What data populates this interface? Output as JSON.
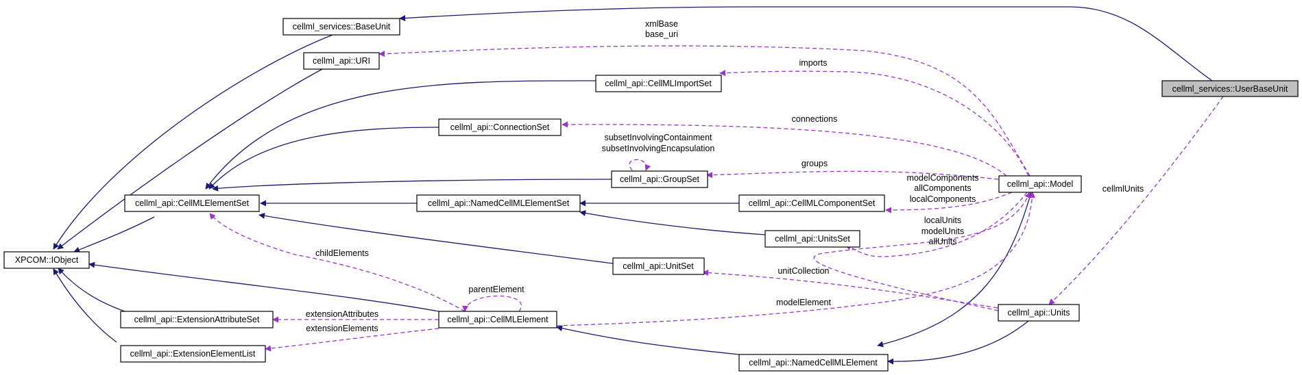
{
  "colors": {
    "inheritance_edge": "#191970",
    "usage_edge": "#9a32cd",
    "node_fill": "#ffffff",
    "highlight_fill": "#bfbfbf",
    "node_border": "#000000"
  },
  "nodes": {
    "user_base_unit": "cellml_services::UserBaseUnit",
    "base_unit": "cellml_services::BaseUnit",
    "uri": "cellml_api::URI",
    "import_set": "cellml_api::CellMLImportSet",
    "connection_set": "cellml_api::ConnectionSet",
    "group_set": "cellml_api::GroupSet",
    "element_set": "cellml_api::CellMLElementSet",
    "named_element_set": "cellml_api::NamedCellMLElementSet",
    "component_set": "cellml_api::CellMLComponentSet",
    "units_set": "cellml_api::UnitsSet",
    "unit_set": "cellml_api::UnitSet",
    "iobject": "XPCOM::IObject",
    "ext_attr_set": "cellml_api::ExtensionAttributeSet",
    "ext_elem_list": "cellml_api::ExtensionElementList",
    "element": "cellml_api::CellMLElement",
    "named_element": "cellml_api::NamedCellMLElement",
    "model": "cellml_api::Model",
    "units": "cellml_api::Units"
  },
  "edge_labels": {
    "xml_base": "xmlBase",
    "base_uri": "base_uri",
    "imports": "imports",
    "connections": "connections",
    "subset_containment": "subsetInvolvingContainment",
    "subset_encapsulation": "subsetInvolvingEncapsulation",
    "groups": "groups",
    "model_components": "modelComponents",
    "all_components": "allComponents",
    "local_components": "localComponents",
    "local_units": "localUnits",
    "model_units": "modelUnits",
    "all_units": "allUnits",
    "child_elements": "childElements",
    "unit_collection": "unitCollection",
    "parent_element": "parentElement",
    "model_element": "modelElement",
    "extension_attributes": "extensionAttributes",
    "extension_elements": "extensionElements",
    "cellml_units": "cellmlUnits"
  }
}
